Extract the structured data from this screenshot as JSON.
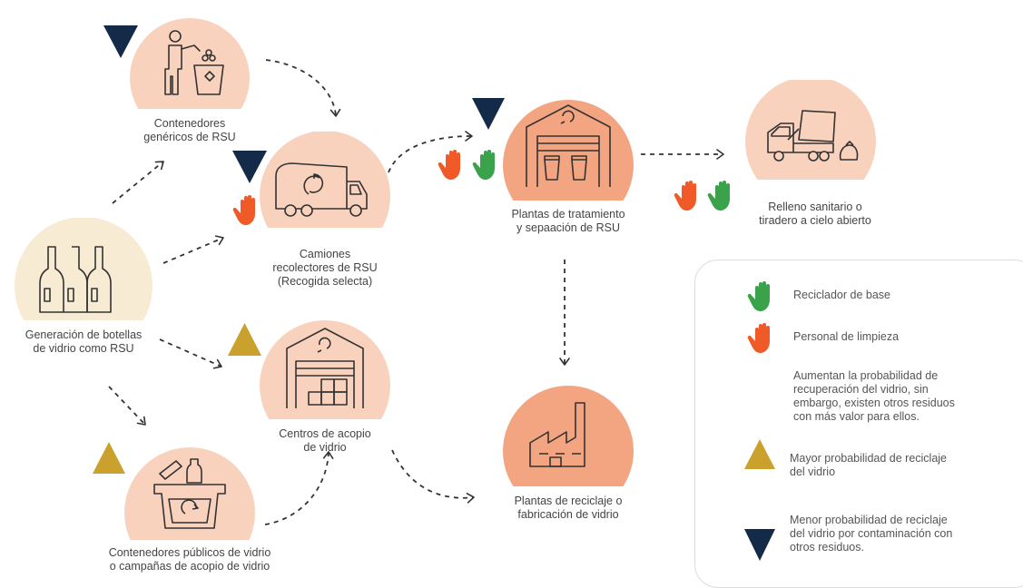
{
  "colors": {
    "light_circle": "#f9d2bd",
    "dark_circle": "#f3a481",
    "cream_circle": "#f7ebd3",
    "icon_stroke": "#333333",
    "arrow": "#333333",
    "navy_triangle": "#142a49",
    "gold_triangle": "#c9a12c",
    "green_hand": "#3aa24a",
    "orange_hand": "#ef5a28",
    "legend_border": "#dcdcdc"
  },
  "nodes": {
    "generic_containers": "Contenedores\ngenéricos de RSU",
    "trucks": "Camiones\nrecolectores de RSU\n(Recogida selecta)",
    "bottles": "Generación de botellas\nde vidrio como RSU",
    "collection_centers": "Centros de acopio\nde vidrio",
    "public_containers": "Contenedores públicos de vidrio\no campañas de acopio de vidrio",
    "treatment_plants": "Plantas de tratamiento\ny sepaación de RSU",
    "landfill": "Relleno sanitario o\ntiradero a cielo abierto",
    "recycling_plants": "Plantas de reciclaje o\nfabricación de vidrio"
  },
  "legend": {
    "green_hand": "Reciclador de base",
    "orange_hand": "Personal de limpieza",
    "note": "Aumentan la probabilidad de\nrecuperación del vidrio, sin\nembargo, existen otros residuos\ncon más valor para ellos.",
    "gold_triangle": "Mayor probabilidad de reciclaje\ndel vidrio",
    "navy_triangle": "Menor probabilidad de reciclaje\ndel vidrio por contaminación con\notros residuos."
  }
}
